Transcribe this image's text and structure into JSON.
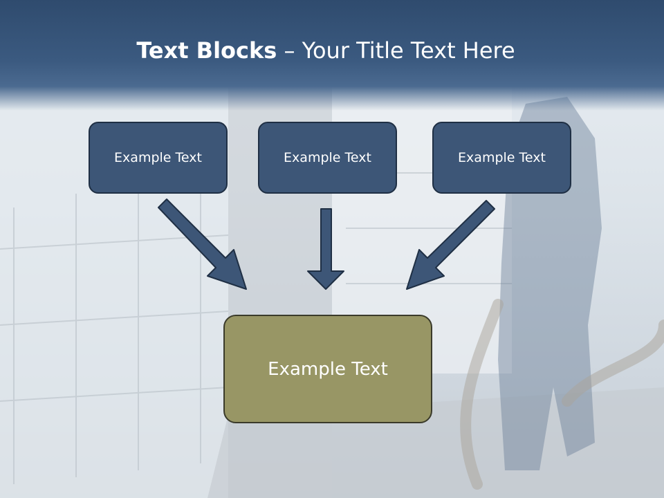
{
  "slide": {
    "title_bold": "Text Blocks",
    "title_rest": " – Your Title Text Here",
    "top_boxes": [
      "Example Text",
      "Example Text",
      "Example Text"
    ],
    "bottom_box": "Example Text"
  },
  "colors": {
    "header": "#3b5a80",
    "top_box_fill": "#3d5677",
    "bottom_box_fill": "#989665",
    "arrow": "#3d5677"
  }
}
